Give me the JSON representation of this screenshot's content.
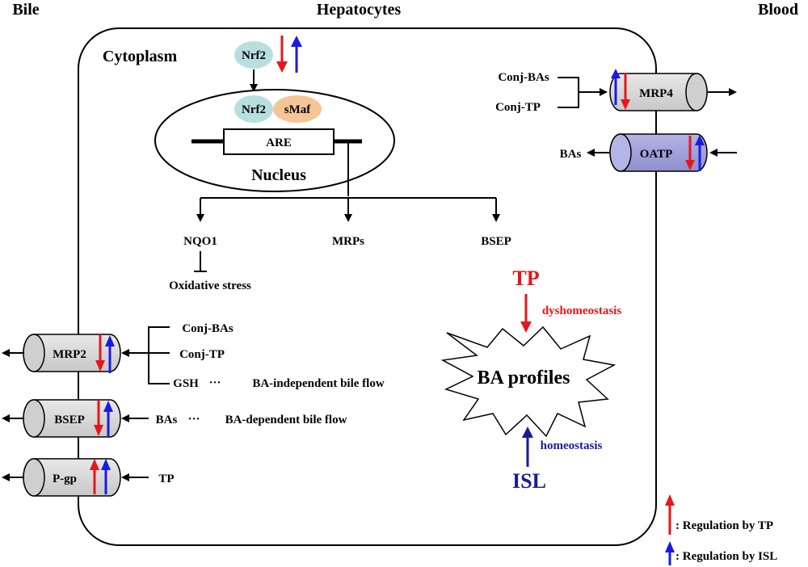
{
  "regions": {
    "bile": "Bile",
    "hepatocytes": "Hepatocytes",
    "blood": "Blood",
    "cytoplasm": "Cytoplasm",
    "nucleus": "Nucleus"
  },
  "nucleus": {
    "nrf2_top": "Nrf2",
    "nrf2_inner": "Nrf2",
    "smaf": "sMaf",
    "are": "ARE"
  },
  "targets": {
    "nqo1": "NQO1",
    "mrps": "MRPs",
    "bsep": "BSEP",
    "oxidative_stress": "Oxidative stress"
  },
  "blood_side": {
    "mrp4": "MRP4",
    "oatp": "OATP",
    "conj_bas": "Conj-BAs",
    "conj_tp": "Conj-TP",
    "bas": "BAs"
  },
  "bile_side": {
    "mrp2": "MRP2",
    "bsep": "BSEP",
    "pgp": "P-gp",
    "conj_bas": "Conj-BAs",
    "conj_tp": "Conj-TP",
    "gsh": "GSH",
    "ellipsis1": "···",
    "ba_independent": "BA-independent bile flow",
    "bas": "BAs",
    "ellipsis2": "···",
    "ba_dependent": "BA-dependent bile flow",
    "tp": "TP"
  },
  "ba_box": {
    "tp": "TP",
    "dyshomeostasis": "dyshomeostasis",
    "profiles": "BA profiles",
    "homeostasis": "homeostasis",
    "isl": "ISL"
  },
  "legend": {
    "tp": ": Regulation by TP",
    "isl": ": Regulation by ISL"
  },
  "colors": {
    "red": "#e8151b",
    "blue": "#1a1ae6",
    "tp_text": "#e8151b",
    "isl_text": "#1a1a9a",
    "nrf2_fill": "#b8dfe0",
    "smaf_fill": "#f6c596",
    "transporter_fill": "#d6d6d6",
    "oatp_fill": "#a0a0d8"
  }
}
